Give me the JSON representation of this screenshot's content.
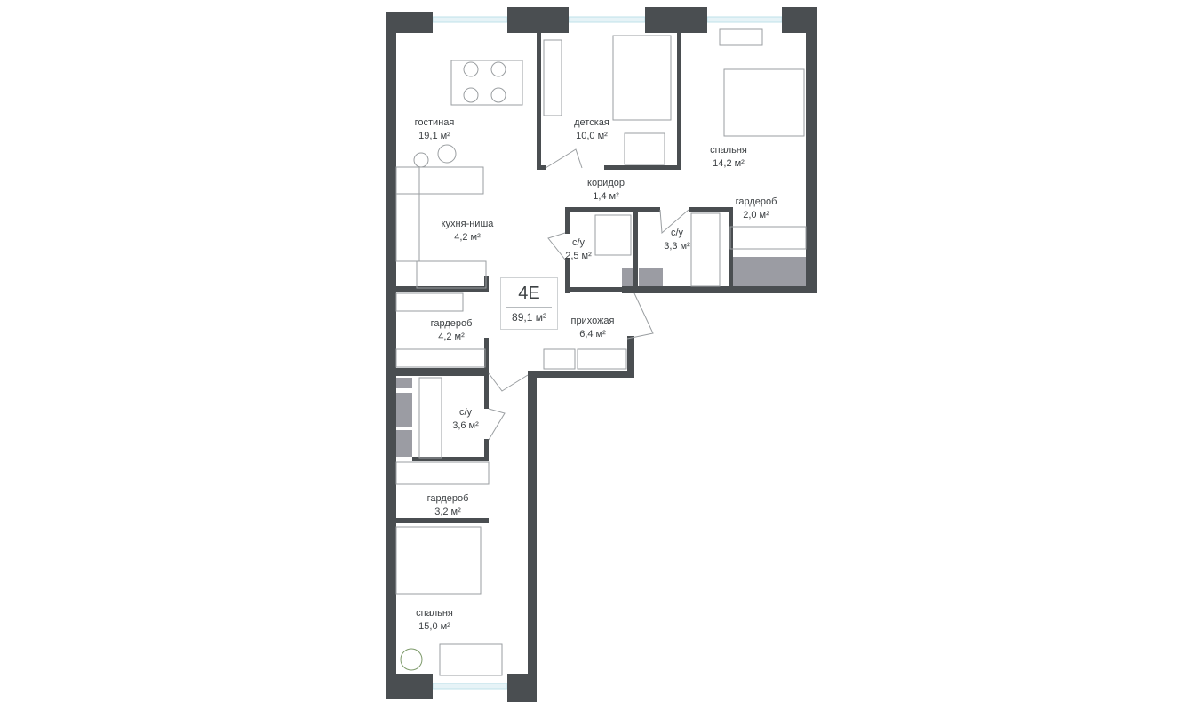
{
  "apartment": {
    "code": "4E",
    "area": "89,1 м²"
  },
  "rooms": [
    {
      "name": "гостиная",
      "area": "19,1 м²"
    },
    {
      "name": "детская",
      "area": "10,0 м²"
    },
    {
      "name": "спальня",
      "area": "14,2 м²"
    },
    {
      "name": "коридор",
      "area": "1,4 м²"
    },
    {
      "name": "кухня-ниша",
      "area": "4,2 м²"
    },
    {
      "name": "гардероб",
      "area": "2,0 м²"
    },
    {
      "name": "с/у",
      "area": "2,5 м²"
    },
    {
      "name": "с/у",
      "area": "3,3 м²"
    },
    {
      "name": "гардероб",
      "area": "4,2 м²"
    },
    {
      "name": "прихожая",
      "area": "6,4 м²"
    },
    {
      "name": "с/у",
      "area": "3,6 м²"
    },
    {
      "name": "гардероб",
      "area": "3,2 м²"
    },
    {
      "name": "спальня",
      "area": "15,0 м²"
    }
  ],
  "colors": {
    "wall": "#4a4e51",
    "shaft": "#9b9ca3",
    "window": "#bfe0ea",
    "furniture": "#9a9ea1"
  }
}
